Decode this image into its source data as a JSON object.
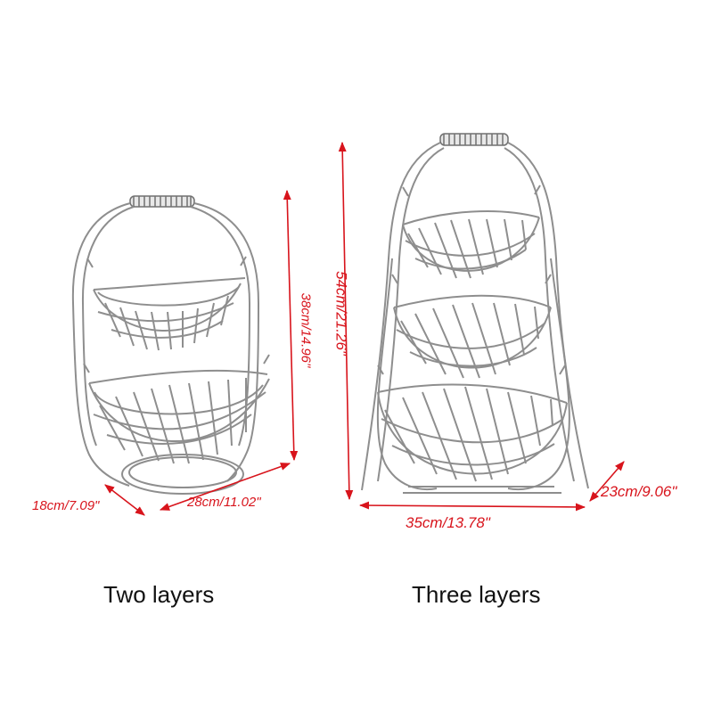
{
  "products": [
    {
      "caption": "Two layers",
      "dimensions": {
        "height": "38cm/14.96\"",
        "width": "28cm/11.02\"",
        "depth": "18cm/7.09\""
      }
    },
    {
      "caption": "Three layers",
      "dimensions": {
        "height": "54cm/21.26\"",
        "width": "35cm/13.78\"",
        "depth": "23cm/9.06\""
      }
    }
  ],
  "colors": {
    "dimension": "#d8141c",
    "wire": "#8e8e8e",
    "background": "#ffffff"
  }
}
